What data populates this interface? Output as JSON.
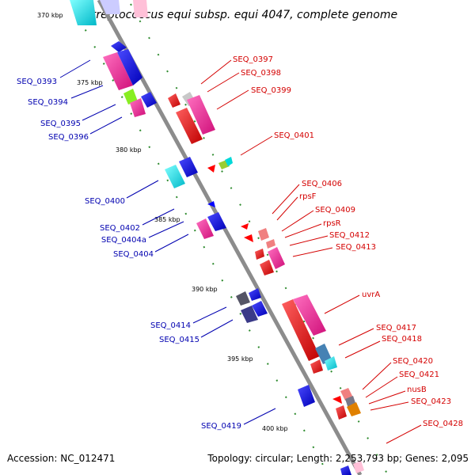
{
  "title": "Streptococcus equi subsp. equi 4047, complete genome",
  "footer": {
    "accession": "Accession: NC_012471",
    "topology": "Topology: circular; Length: 2,253,793 bp; Genes: 2,095"
  },
  "kbp_ticks": [
    "370 kbp",
    "375 kbp",
    "380 kbp",
    "385 kbp",
    "390 kbp",
    "395 kbp",
    "400 kbp"
  ],
  "right_labels": [
    "SEQ_0397",
    "SEQ_0398",
    "SEQ_0399",
    "SEQ_0401",
    "SEQ_0406",
    "rpsF",
    "SEQ_0409",
    "rpsR",
    "SEQ_0412",
    "SEQ_0413",
    "uvrA",
    "SEQ_0417",
    "SEQ_0418",
    "SEQ_0420",
    "SEQ_0421",
    "nusB",
    "SEQ_0423",
    "SEQ_0428"
  ],
  "left_labels": [
    "SEQ_0393",
    "SEQ_0394",
    "SEQ_0395",
    "SEQ_0396",
    "SEQ_0400",
    "SEQ_0402",
    "SEQ_0404a",
    "SEQ_0404",
    "SEQ_0414",
    "SEQ_0415",
    "SEQ_0419"
  ],
  "colors": {
    "backbone": "#8c8c8c",
    "tick_green": "#2e8b2e",
    "label_red": "#d40000",
    "label_blue": "#0000b0",
    "gene_red": "#ff0000",
    "gene_magenta": "#ff1493",
    "gene_blue": "#0000ff",
    "gene_cyan": "#00d8d8",
    "gene_pink": "#f08080",
    "gene_grey": "#555566",
    "gene_steelblue": "#4682b4",
    "gene_orange": "#e08000",
    "gene_lime": "#88ee22"
  }
}
